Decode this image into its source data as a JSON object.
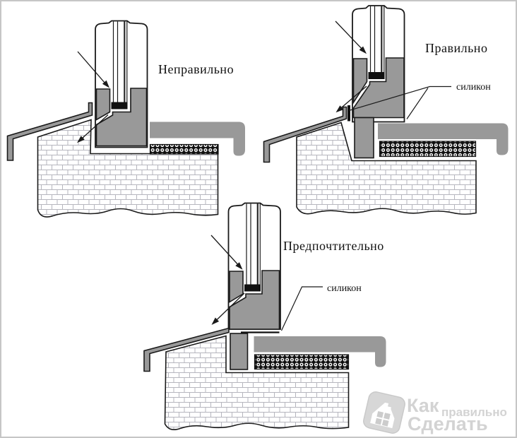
{
  "page": {
    "background": "#ffffff",
    "border_color": "#c6c6c6"
  },
  "colors": {
    "profile_gray": "#999999",
    "outline_black": "#1a1a1a",
    "brick_line": "#b6b6be",
    "silicone_black": "#111111",
    "watermark_gray": "#d3d3d3"
  },
  "diagrams": [
    {
      "id": "incorrect",
      "label": "Неправильно"
    },
    {
      "id": "correct",
      "label": "Правильно",
      "silicone_label": "силикон"
    },
    {
      "id": "preferable",
      "label": "Предпочтительно",
      "silicone_label": "силикон"
    }
  ],
  "watermark": {
    "icon": "house-window-icon",
    "word1": "Как",
    "word2": "правильно",
    "word3": "Сделать"
  }
}
